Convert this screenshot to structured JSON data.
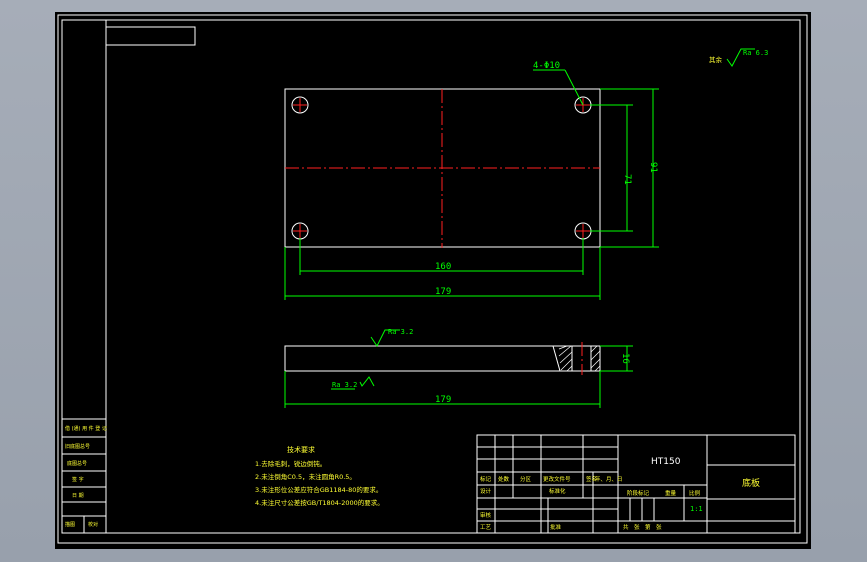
{
  "drawing": {
    "title": "底板",
    "material": "HT150",
    "scale": "1:1"
  },
  "dimensions": {
    "hole_callout": "4-Φ10",
    "hole_spacing_x": "160",
    "overall_length_top": "179",
    "hole_spacing_y": "71",
    "overall_width": "91",
    "thickness": "16",
    "overall_length_side": "179"
  },
  "roughness": {
    "general": "其余",
    "general_value": "Ra 6.3",
    "top_face": "Ra 3.2",
    "bottom_face": "Ra 3.2"
  },
  "tech_requirements": {
    "heading": "技术要求",
    "items": [
      "1.去除毛刺，锐边倒钝。",
      "2.未注倒角C0.5，未注圆角R0.5。",
      "3.未注形位公差应符合GB1184-80的要求。",
      "4.未注尺寸公差按GB/T1804-2000的要求。"
    ]
  },
  "left_strip": {
    "labels": [
      "借 (通) 用 件 登 记",
      "旧底图总号",
      "底图总号",
      "签 字",
      "日 期",
      "描图",
      "校对"
    ]
  },
  "title_block": {
    "row_mark": [
      "标记",
      "处数",
      "分区",
      "更改文件号",
      "签名",
      "年、月、日"
    ],
    "design": "设计",
    "standardize": "标准化",
    "stage_mark": "阶段标记",
    "weight": "重量",
    "scale_label": "比例",
    "review": "审核",
    "process": "工艺",
    "approve": "批准",
    "sheets": "共　张　第　张"
  }
}
